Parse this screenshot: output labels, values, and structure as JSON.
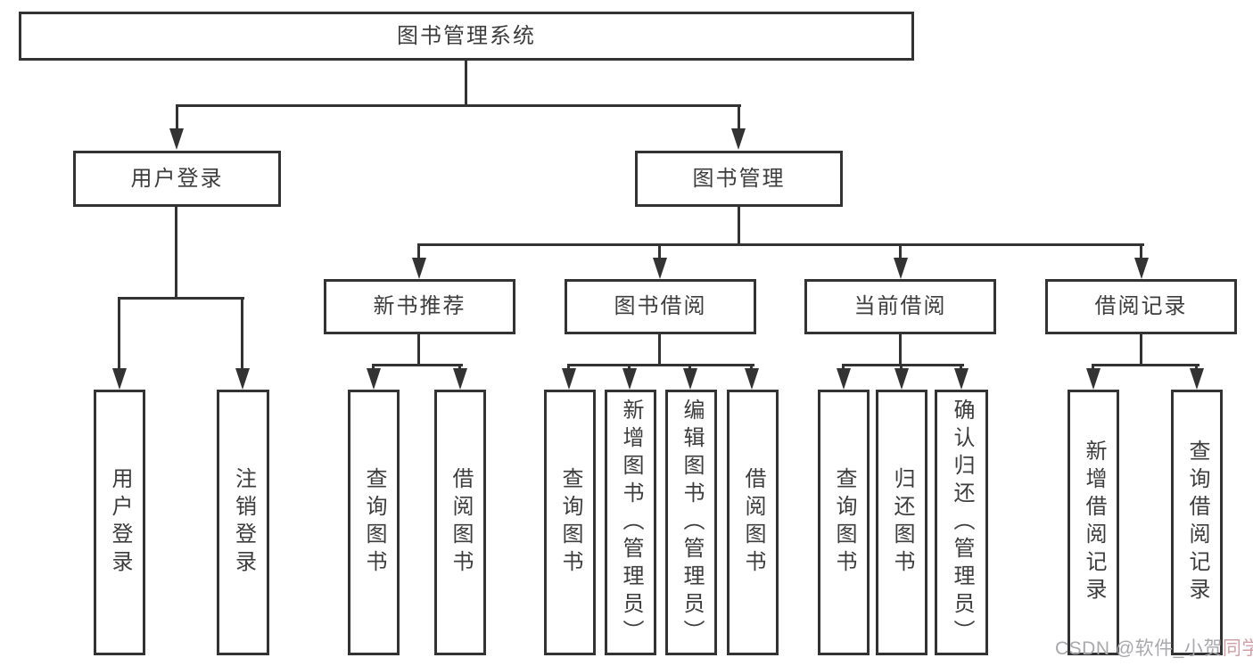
{
  "colors": {
    "line": "#333333",
    "text": "#3d3d3d",
    "background": "#ffffff",
    "watermark_gray": "#a9a9ad",
    "watermark_pink": "#d09fa5"
  },
  "tree": {
    "root": "图书管理系统",
    "level2": [
      "用户登录",
      "图书管理"
    ],
    "level3": [
      "新书推荐",
      "图书借阅",
      "当前借阅",
      "借阅记录"
    ],
    "level4": {
      "user_login": [
        "用户登录",
        "注销登录"
      ],
      "new_book_recommend": [
        "查询图书",
        "借阅图书"
      ],
      "book_borrow": [
        "查询图书",
        "新增图书（管理员）",
        "编辑图书（管理员）",
        "借阅图书"
      ],
      "current_borrow": [
        "查询图书",
        "归还图书",
        "确认归还（管理员）"
      ],
      "borrow_records": [
        "新增借阅记录",
        "查询借阅记录"
      ]
    }
  },
  "watermark": {
    "prefix": "CSDN @软件_小贺",
    "suffix": "同学"
  }
}
